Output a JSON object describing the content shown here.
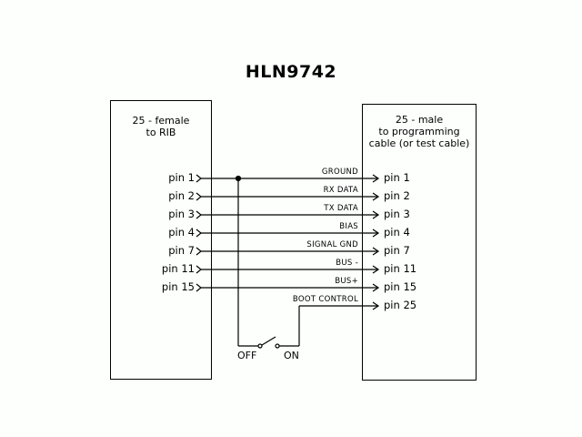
{
  "title": "HLN9742",
  "left_connector": {
    "line1": "25 - female",
    "line2": "to RIB",
    "pins": [
      "pin 1",
      "pin 2",
      "pin 3",
      "pin 4",
      "pin 7",
      "pin 11",
      "pin 15"
    ]
  },
  "right_connector": {
    "line1": "25 - male",
    "line2": "to programming",
    "line3": "cable (or test cable)",
    "pins": [
      "pin 1",
      "pin 2",
      "pin 3",
      "pin 4",
      "pin 7",
      "pin 11",
      "pin 15",
      "pin 25"
    ]
  },
  "signals": [
    "GROUND",
    "RX DATA",
    "TX DATA",
    "BIAS",
    "SIGNAL GND",
    "BUS -",
    "BUS+",
    "BOOT CONTROL"
  ],
  "switch": {
    "off_label": "OFF",
    "on_label": "ON"
  }
}
